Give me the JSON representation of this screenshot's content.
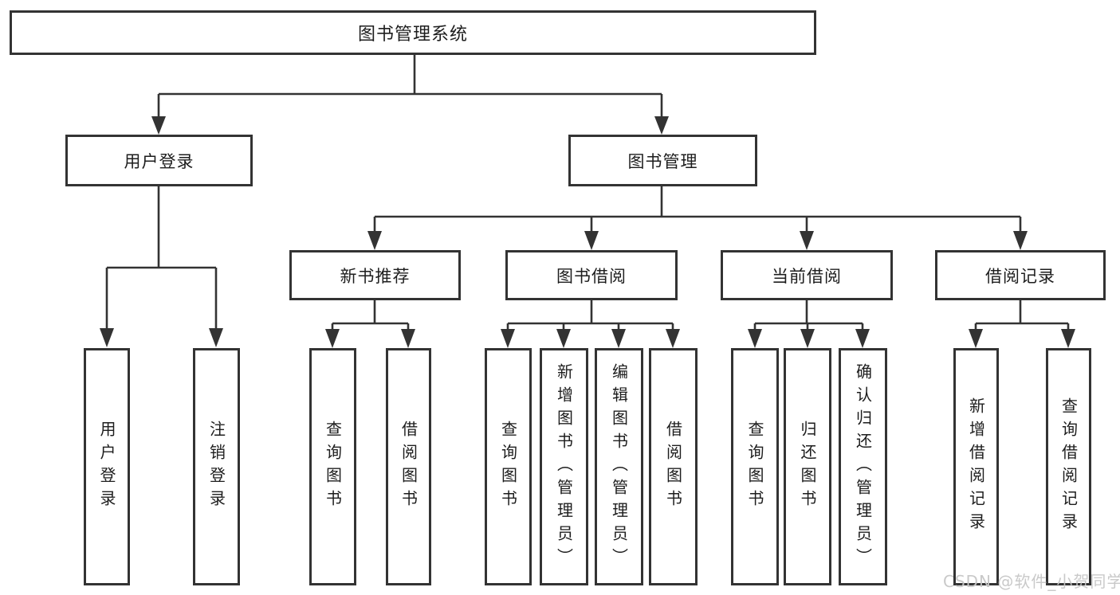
{
  "colors": {
    "line": "#333333",
    "text": "#1d1d1d",
    "box-bg": "#ffffff",
    "watermark": "#c7c7c7"
  },
  "tree": {
    "root": {
      "label": "图书管理系统"
    },
    "branches": [
      {
        "label": "用户登录",
        "children": [
          {
            "label": "用户登录"
          },
          {
            "label": "注销登录"
          }
        ]
      },
      {
        "label": "图书管理",
        "children": [
          {
            "label": "新书推荐",
            "children": [
              {
                "label": "查询图书"
              },
              {
                "label": "借阅图书"
              }
            ]
          },
          {
            "label": "图书借阅",
            "children": [
              {
                "label": "查询图书"
              },
              {
                "label": "新增图书（管理员）"
              },
              {
                "label": "编辑图书（管理员）"
              },
              {
                "label": "借阅图书"
              }
            ]
          },
          {
            "label": "当前借阅",
            "children": [
              {
                "label": "查询图书"
              },
              {
                "label": "归还图书"
              },
              {
                "label": "确认归还（管理员）"
              }
            ]
          },
          {
            "label": "借阅记录",
            "children": [
              {
                "label": "新增借阅记录"
              },
              {
                "label": "查询借阅记录"
              }
            ]
          }
        ]
      }
    ]
  },
  "watermark": {
    "text": "CSDN @软件_小贺同学"
  }
}
